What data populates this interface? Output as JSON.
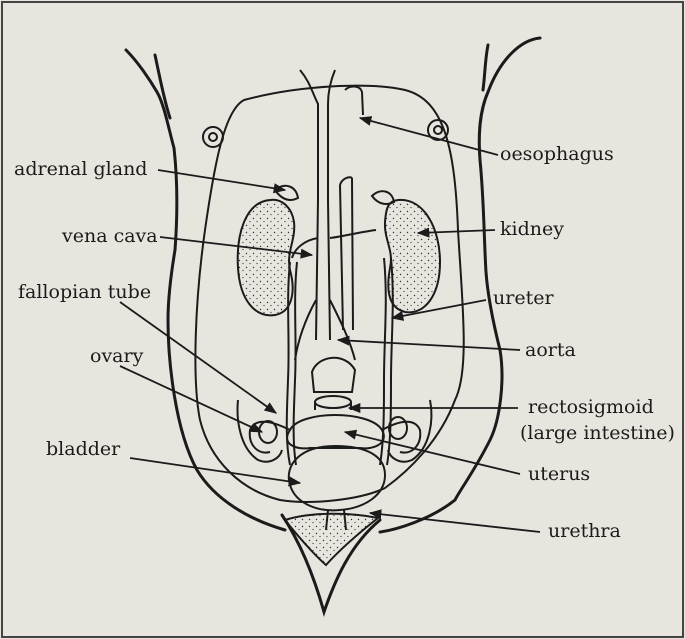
{
  "diagram": {
    "labels": {
      "adrenal_gland": "adrenal gland",
      "vena_cava": "vena cava",
      "fallopian_tube": "fallopian tube",
      "ovary": "ovary",
      "bladder": "bladder",
      "oesophagus": "oesophagus",
      "kidney": "kidney",
      "ureter": "ureter",
      "aorta": "aorta",
      "rectosigmoid": "rectosigmoid",
      "large_intestine": "(large intestine)",
      "uterus": "uterus",
      "urethra": "urethra"
    },
    "colors": {
      "paper": "#e8e5df",
      "ink": "#1b1b1b"
    }
  }
}
